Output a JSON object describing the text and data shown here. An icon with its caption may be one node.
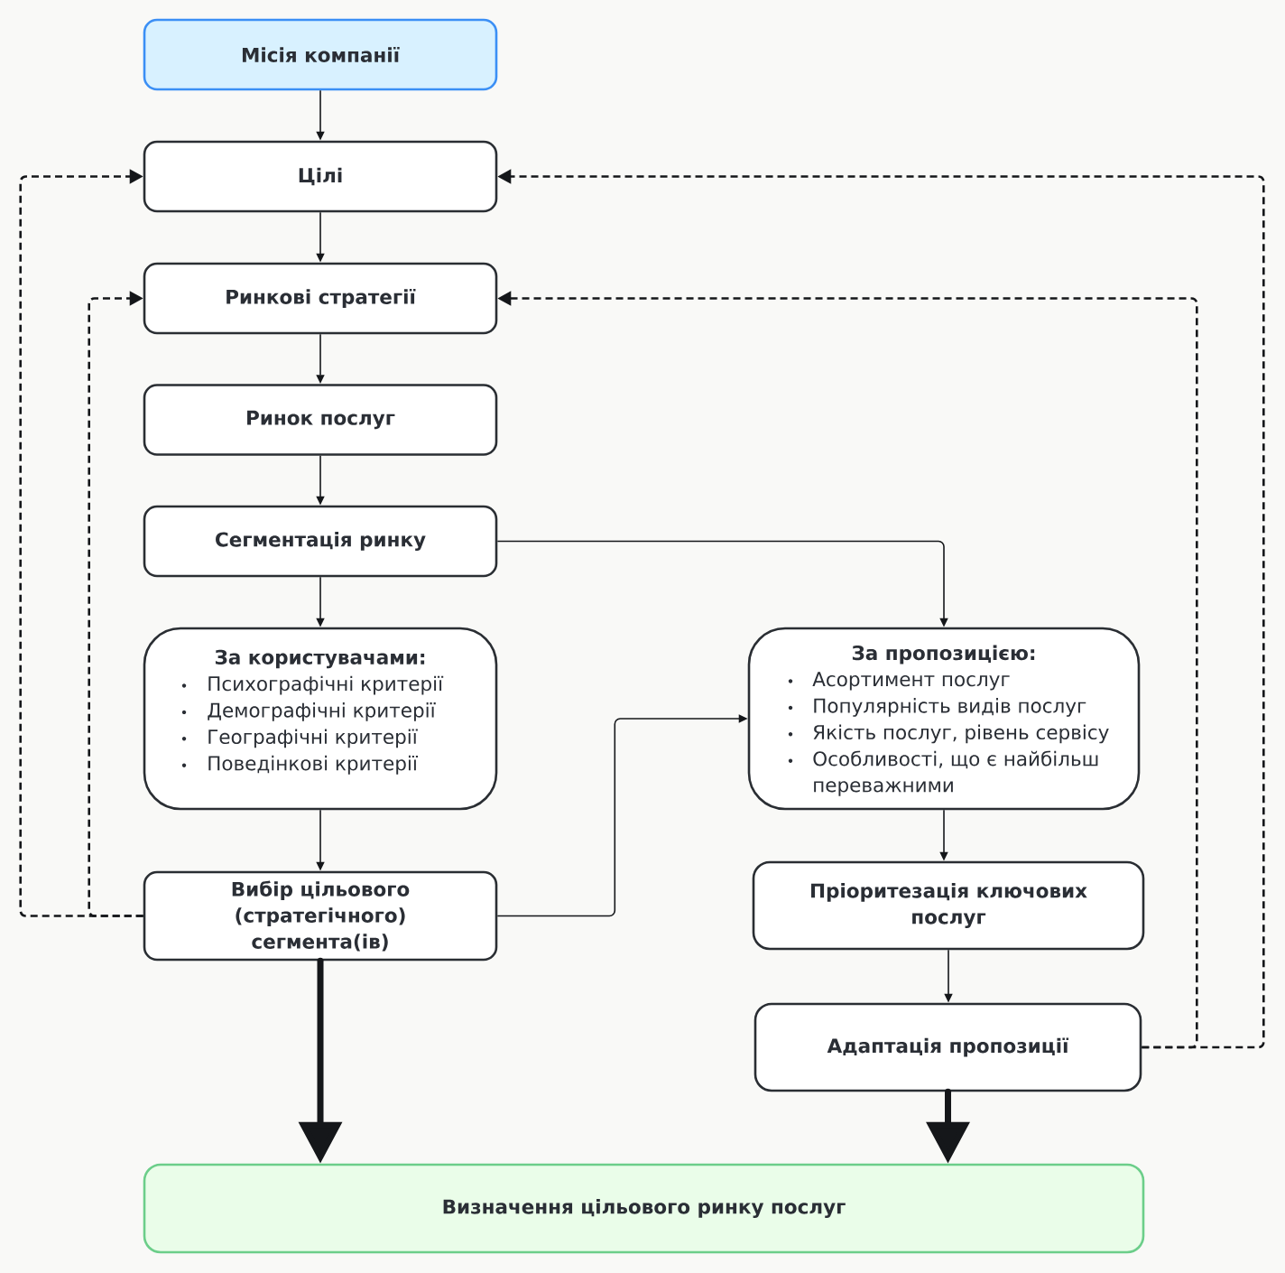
{
  "diagram": {
    "nodes": [
      {
        "text": [
          "Місія компанії"
        ]
      },
      {
        "text": [
          "Цілі"
        ]
      },
      {
        "text": [
          "Ринкові стратегії"
        ]
      },
      {
        "text": [
          "Ринок послуг"
        ]
      },
      {
        "text": [
          "Сегментація ринку"
        ]
      },
      {
        "text": [
          "За користувачами:",
          "Психографічні критерії",
          "Демографічні критерії",
          "Географічні критерії",
          "Поведінкові критерії"
        ]
      },
      {
        "text": [
          "Вибір цільового (стратегічного) сегмента(ів)"
        ]
      },
      {
        "text": [
          "За пропозицією:",
          "Асортимент послуг",
          "Популярність видів послуг",
          "Якість послуг, рівень сервісу",
          "Особливості, що є найбільш переважними"
        ]
      },
      {
        "text": [
          "Пріоритезація ключових послуг"
        ]
      },
      {
        "text": [
          "Адаптація пропозиції"
        ]
      },
      {
        "text": [
          "Визначення цільового ринку послуг"
        ]
      }
    ],
    "edges": [
      {
        "from": 0,
        "to": 1,
        "arrow": "to"
      },
      {
        "from": 1,
        "to": 2,
        "arrow": "to"
      },
      {
        "from": 2,
        "to": 3,
        "arrow": "to"
      },
      {
        "from": 3,
        "to": 4,
        "arrow": "to"
      },
      {
        "from": 4,
        "to": 5,
        "arrow": "to"
      },
      {
        "from": 4,
        "to": 7,
        "arrow": "to"
      },
      {
        "from": 5,
        "to": 6,
        "arrow": "to"
      },
      {
        "from": 6,
        "to": 7,
        "arrow": "to"
      },
      {
        "from": 7,
        "to": 8,
        "arrow": "to"
      },
      {
        "from": 8,
        "to": 9,
        "arrow": "to"
      },
      {
        "from": 6,
        "to": 10,
        "arrow": "to",
        "style": "thick"
      },
      {
        "from": 9,
        "to": 10,
        "arrow": "to",
        "style": "thick"
      },
      {
        "from": 6,
        "to": 1,
        "arrow": "to",
        "style": "dashed"
      },
      {
        "from": 6,
        "to": 2,
        "arrow": "to",
        "style": "dashed"
      },
      {
        "from": 9,
        "to": 1,
        "arrow": "to",
        "style": "dashed"
      },
      {
        "from": 9,
        "to": 2,
        "arrow": "to",
        "style": "dashed"
      }
    ]
  }
}
